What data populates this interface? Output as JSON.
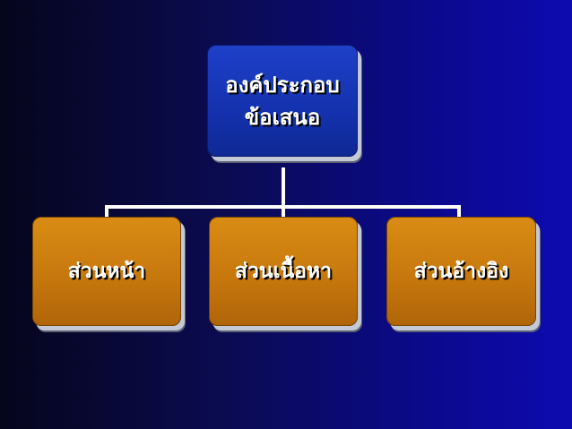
{
  "diagram": {
    "root": {
      "lines": [
        "องค์ประกอบ",
        "ข้อเสนอ"
      ]
    },
    "children": [
      {
        "label": "ส่วนหน้า"
      },
      {
        "label": "ส่วนเนื้อหา"
      },
      {
        "label": "ส่วนอ้างอิง"
      }
    ]
  },
  "colors": {
    "background": "#0b0a8c",
    "root_box": "#1432ae",
    "child_box": "#c7780d",
    "connector": "#ffffff",
    "text": "#ffffff"
  }
}
